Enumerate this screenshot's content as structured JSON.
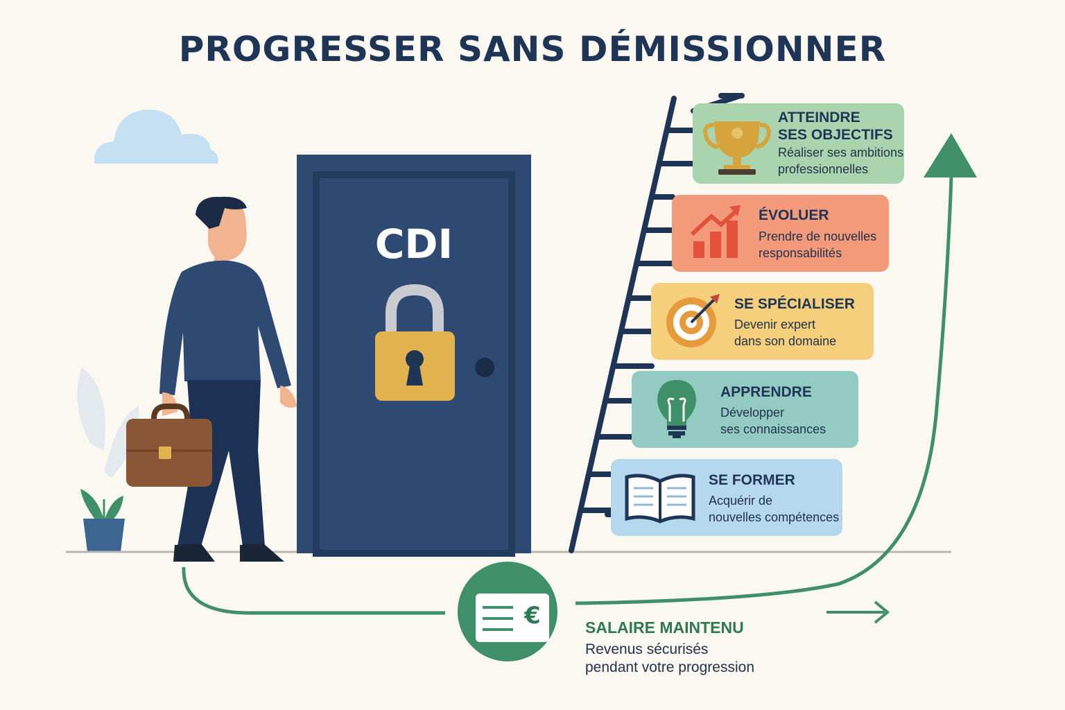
{
  "title": "PROGRESSER SANS DÉMISSIONNER",
  "door": {
    "label": "CDI"
  },
  "steps": [
    {
      "title_lines": [
        "ATTEINDRE",
        "SES OBJECTIFS"
      ],
      "desc_lines": [
        "Réaliser ses ambitions",
        "professionnelles"
      ],
      "icon": "trophy-icon",
      "color": "#a9d4ad"
    },
    {
      "title_lines": [
        "ÉVOLUER"
      ],
      "desc_lines": [
        "Prendre de nouvelles",
        "responsabilités"
      ],
      "icon": "growth-chart-icon",
      "color": "#f39a7b"
    },
    {
      "title_lines": [
        "SE SPÉCIALISER"
      ],
      "desc_lines": [
        "Devenir expert",
        "dans son domaine"
      ],
      "icon": "target-icon",
      "color": "#f5cf7c"
    },
    {
      "title_lines": [
        "APPRENDRE"
      ],
      "desc_lines": [
        "Développer",
        "ses connaissances"
      ],
      "icon": "lightbulb-icon",
      "color": "#93cbc3"
    },
    {
      "title_lines": [
        "SE FORMER"
      ],
      "desc_lines": [
        "Acquérir de",
        "nouvelles compétences"
      ],
      "icon": "book-icon",
      "color": "#b5d8ee"
    }
  ],
  "salary": {
    "title": "SALAIRE MAINTENU",
    "desc_lines": [
      "Revenus sécurisés",
      "pendant votre progression"
    ],
    "currency": "€"
  },
  "colors": {
    "navy": "#1e3556",
    "door": "#2f4a72",
    "green": "#3f9068",
    "lock": "#e2b24e"
  }
}
